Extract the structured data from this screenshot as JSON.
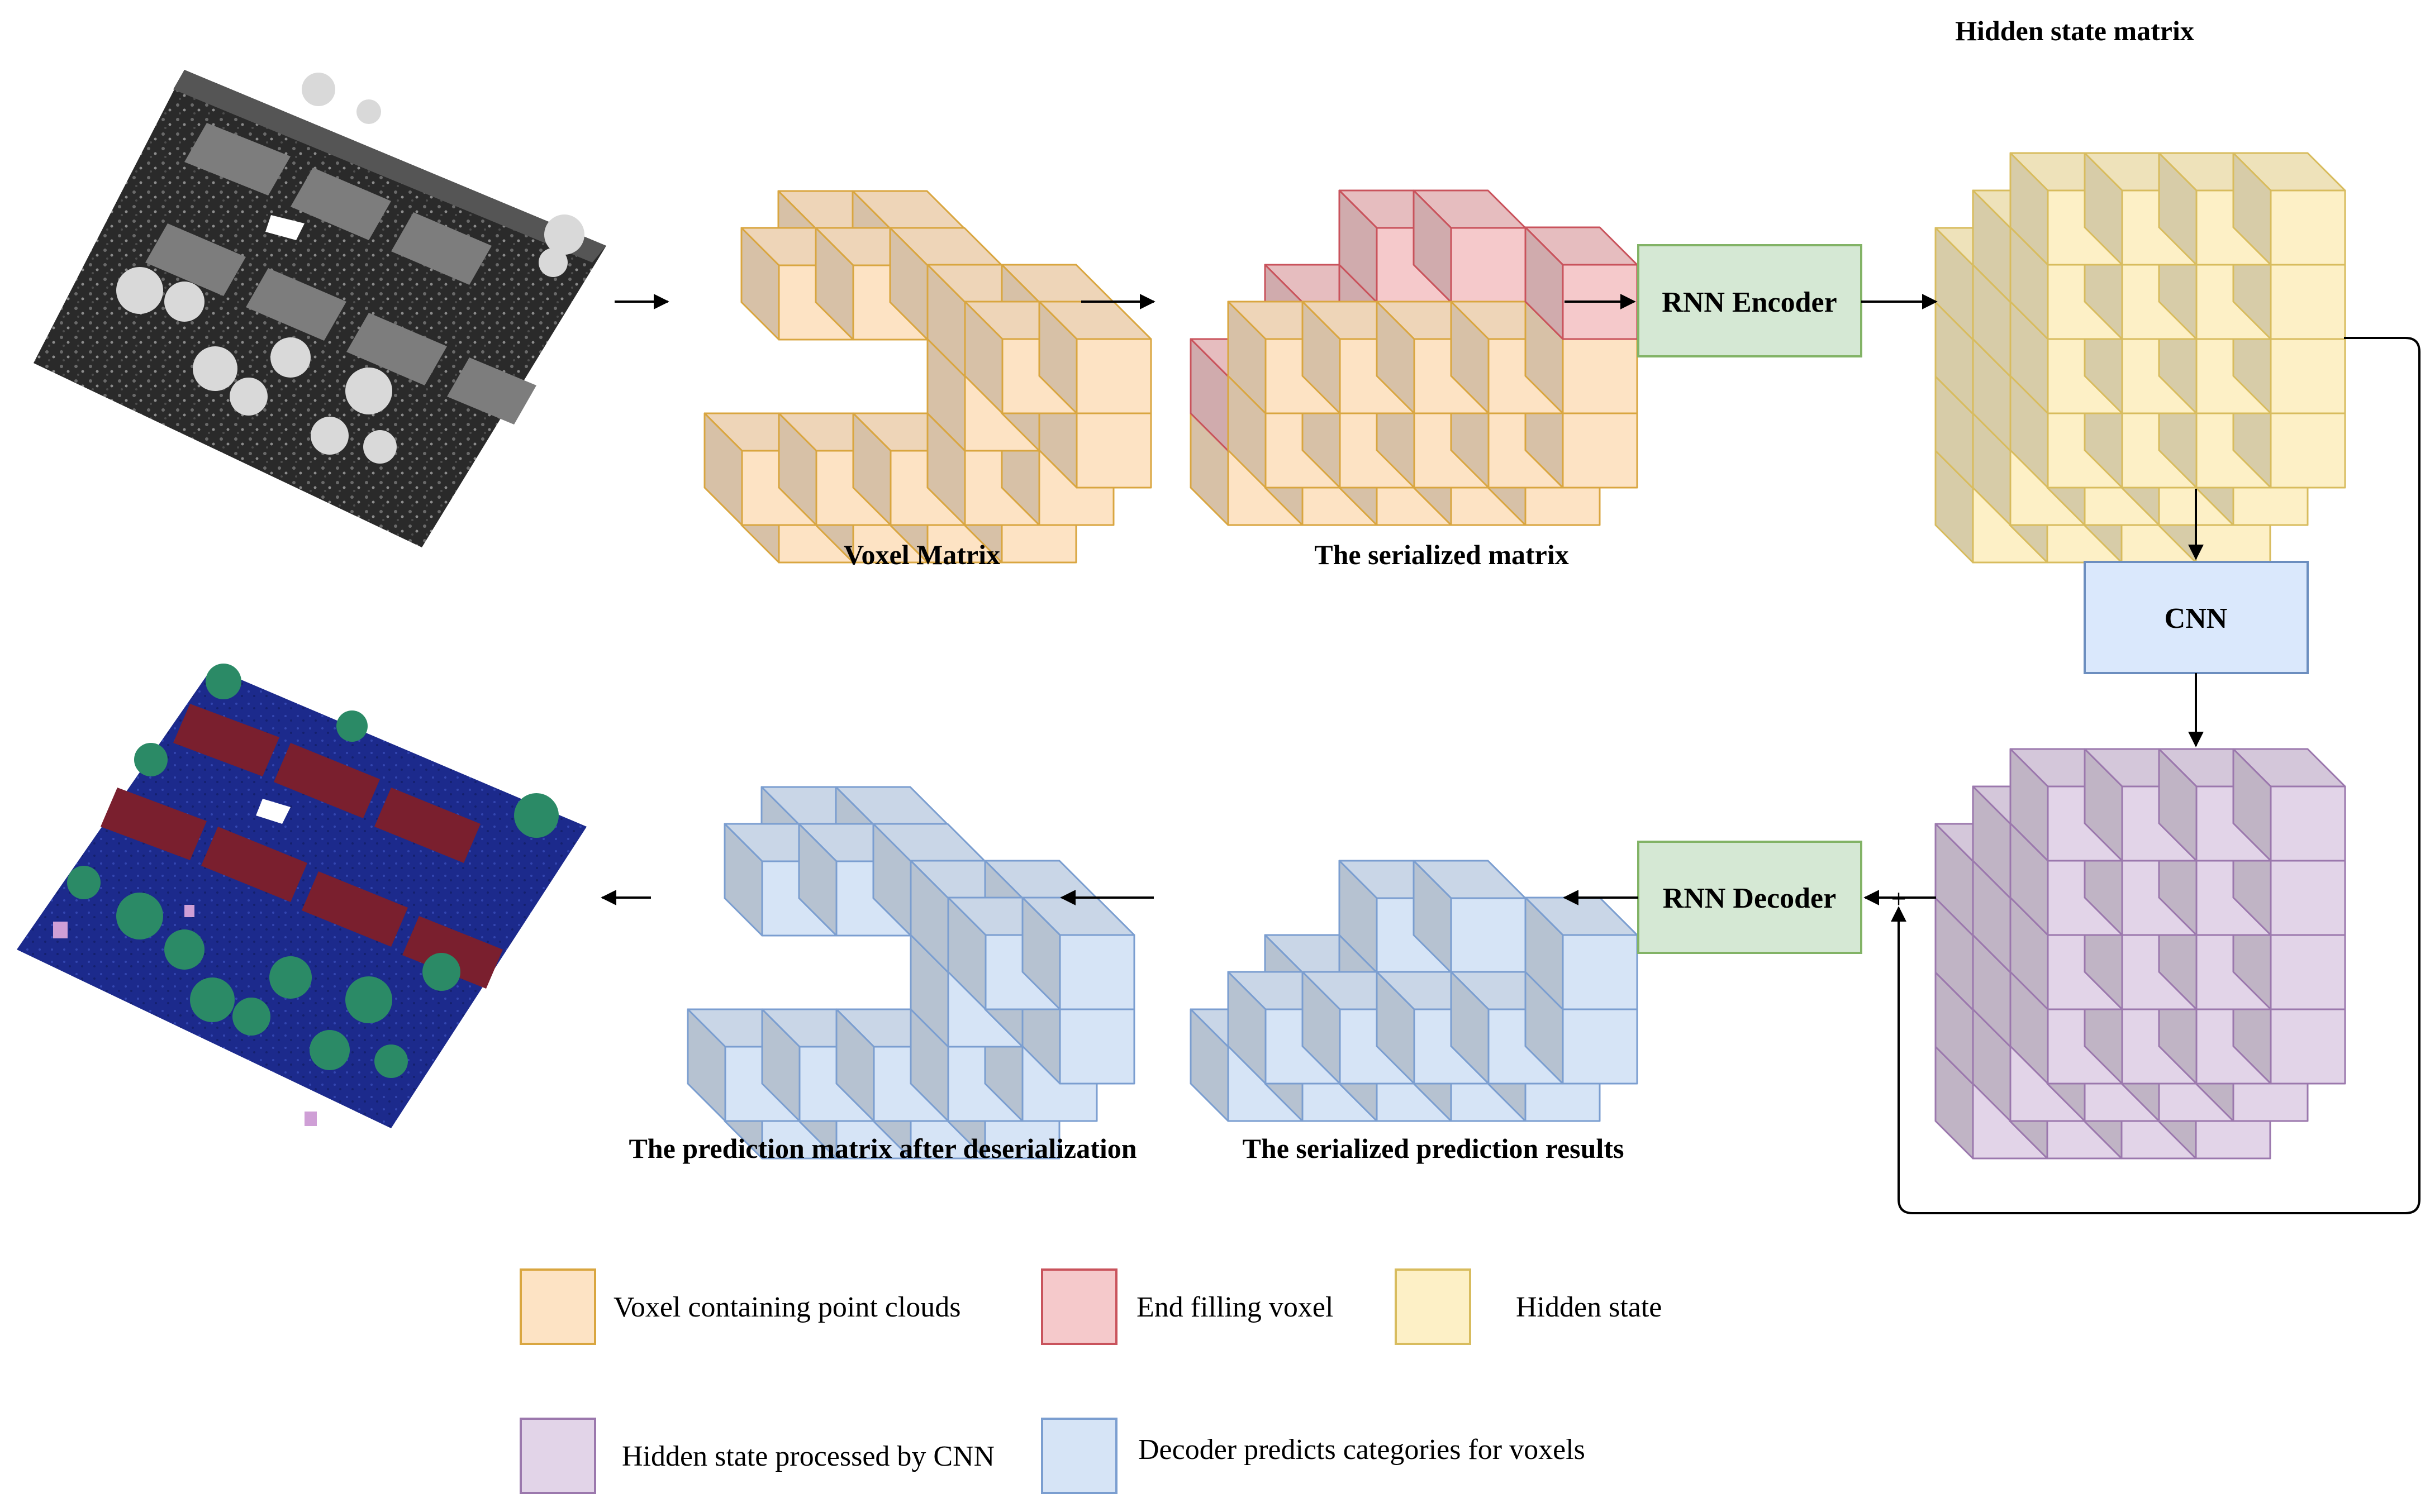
{
  "labels": {
    "hidden_state_matrix": "Hidden state matrix",
    "voxel_matrix": "Voxel Matrix",
    "serialized_matrix": "The serialized matrix",
    "prediction_after_deserialization": "The prediction matrix after deserialization",
    "serialized_prediction": "The serialized prediction results",
    "plus_sign": "+"
  },
  "boxes": {
    "rnn_encoder": "RNN Encoder",
    "cnn": "CNN",
    "rnn_decoder": "RNN Decoder"
  },
  "legend": [
    {
      "label": "Voxel containing point clouds",
      "color": "#fde3c4",
      "stroke": "#d9a640"
    },
    {
      "label": "End filling voxel",
      "color": "#f5c9cb",
      "stroke": "#c9535c"
    },
    {
      "label": "Hidden state",
      "color": "#fdf0c6",
      "stroke": "#d8bc5e"
    },
    {
      "label": "Hidden state processed by CNN",
      "color": "#e2d4e8",
      "stroke": "#9b78ad"
    },
    {
      "label": "Decoder predicts categories for voxels",
      "color": "#d6e4f6",
      "stroke": "#7b9ed0"
    }
  ],
  "colors": {
    "voxel_face": "#fde3c4",
    "voxel_stroke": "#d9a640",
    "end_face": "#f5c9cb",
    "end_stroke": "#c9535c",
    "hidden_face": "#fdf0c6",
    "hidden_stroke": "#d8bc5e",
    "cnn_face": "#e2d4e8",
    "cnn_stroke": "#9b78ad",
    "pred_face": "#d6e4f6",
    "pred_stroke": "#7b9ed0",
    "rnn_box_fill": "#d5e8d4",
    "rnn_box_stroke": "#82b366",
    "cnn_box_fill": "#dae8fc",
    "cnn_box_stroke": "#6c8ebf",
    "seg_ground": "#1c2a8c",
    "seg_building": "#7a1f2e",
    "seg_tree": "#2b8a66",
    "seg_other": "#cf9fd6"
  },
  "icons": {
    "input_point_cloud": "grayscale-point-cloud-image",
    "output_point_cloud": "segmented-point-cloud-image"
  }
}
